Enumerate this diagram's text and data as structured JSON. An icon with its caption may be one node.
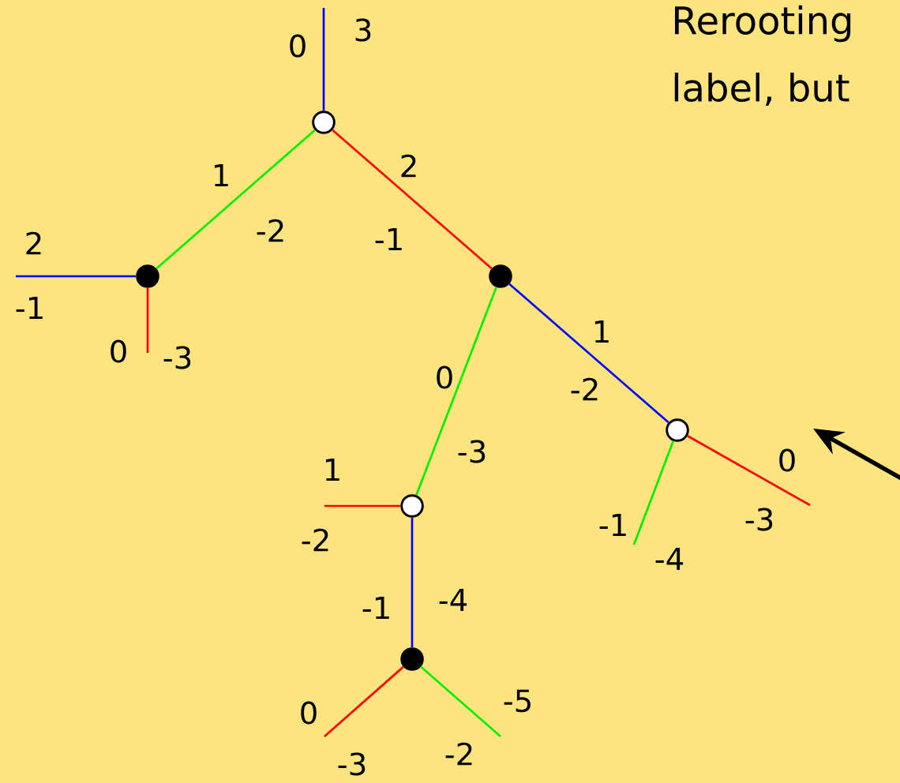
{
  "diagram": {
    "nodes": [
      {
        "text": [],
        "shape": "circle"
      },
      {
        "text": [],
        "shape": "dot"
      },
      {
        "text": [],
        "shape": "dot"
      },
      {
        "text": [],
        "shape": "circle"
      },
      {
        "text": [],
        "shape": "circle"
      },
      {
        "text": [],
        "shape": "dot"
      }
    ],
    "edges": [
      {
        "from": null,
        "to": 0,
        "arrow": "none",
        "color": "#0000ff"
      },
      {
        "from": 0,
        "to": 1,
        "arrow": "none",
        "color": "#00ee00"
      },
      {
        "from": 0,
        "to": 2,
        "arrow": "none",
        "color": "#ff0000"
      },
      {
        "from": 1,
        "to": null,
        "arrow": "none",
        "color": "#0000ff"
      },
      {
        "from": 1,
        "to": null,
        "arrow": "none",
        "color": "#ff0000"
      },
      {
        "from": 2,
        "to": 4,
        "arrow": "none",
        "color": "#00ee00"
      },
      {
        "from": 2,
        "to": 3,
        "arrow": "none",
        "color": "#0000ff"
      },
      {
        "from": 3,
        "to": null,
        "arrow": "none",
        "color": "#ff0000"
      },
      {
        "from": 3,
        "to": null,
        "arrow": "none",
        "color": "#00ee00"
      },
      {
        "from": 4,
        "to": null,
        "arrow": "none",
        "color": "#ff0000"
      },
      {
        "from": 4,
        "to": 5,
        "arrow": "none",
        "color": "#0000ff"
      },
      {
        "from": 5,
        "to": null,
        "arrow": "none",
        "color": "#ff0000"
      },
      {
        "from": 5,
        "to": null,
        "arrow": "none",
        "color": "#00ee00"
      }
    ],
    "labels": [
      "Rerooting",
      "label, but",
      "0",
      "3",
      "1",
      "-2",
      "2",
      "-1",
      "2",
      "-1",
      "0",
      "-3",
      "0",
      "-3",
      "-1",
      "-4",
      "1",
      "-2",
      "0",
      "-3",
      "1",
      "-2",
      "-1",
      "-4",
      "0",
      "-3",
      "-5",
      "-2"
    ]
  }
}
